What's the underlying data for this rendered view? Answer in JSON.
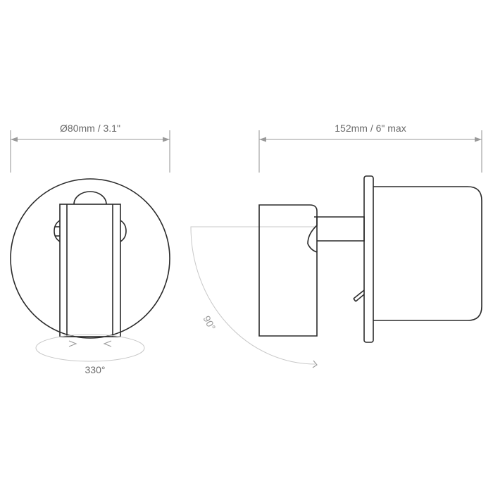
{
  "dimensions": {
    "diameter": "Ø80mm / 3.1\"",
    "projection": "152mm / 6\" max"
  },
  "angles": {
    "rotation": "330°",
    "tilt": "90°"
  },
  "colors": {
    "outline": "#2a2a2a",
    "dimension": "#9a9a9a",
    "arc": "#c8c8c8"
  }
}
